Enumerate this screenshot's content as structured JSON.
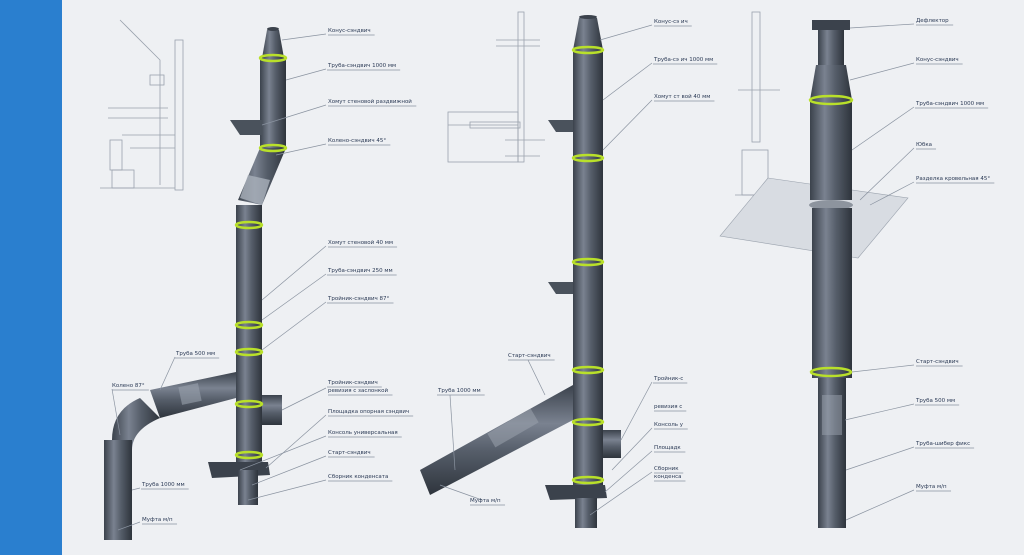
{
  "colors": {
    "sidebar": "#2a7fcf",
    "background": "#eef0f3",
    "pipe": "#565e6a",
    "pipe_dark": "#3b424c",
    "pipe_light": "#7a8290",
    "ring": "#b9e02a",
    "leader": "#8a93a0",
    "label": "#2b3a55",
    "sketch": "#9aa2ad"
  },
  "diagram1": {
    "labels": [
      {
        "id": "cone",
        "text": "Конус-сэндвич"
      },
      {
        "id": "pipe1000",
        "text": "Труба-сэндвич 1000 мм"
      },
      {
        "id": "clampsplit",
        "text": "Хомут стеновой раздвижной"
      },
      {
        "id": "elbow45",
        "text": "Колено-сэндвич 45°"
      },
      {
        "id": "clamp40",
        "text": "Хомут стеновой 40 мм"
      },
      {
        "id": "pipe250",
        "text": "Труба-сэндвич 250 мм"
      },
      {
        "id": "tee87",
        "text": "Тройник-сэндвич 87°"
      },
      {
        "id": "teerev1",
        "text": "Тройник-сэндвич"
      },
      {
        "id": "teerev2",
        "text": "ревизия с заслонкой"
      },
      {
        "id": "platform",
        "text": "Площадка опорная сэндвич"
      },
      {
        "id": "console",
        "text": "Консоль универсальная"
      },
      {
        "id": "start",
        "text": "Старт-сэндвич"
      },
      {
        "id": "drain",
        "text": "Сборник конденсата"
      },
      {
        "id": "pipe500",
        "text": "Труба 500 мм"
      },
      {
        "id": "elbow87",
        "text": "Колено 87°"
      },
      {
        "id": "pipe1000b",
        "text": "Труба 1000 мм"
      },
      {
        "id": "muff",
        "text": "Муфта м/п"
      }
    ]
  },
  "diagram2": {
    "labels": [
      {
        "id": "cone",
        "text": "Конус-сэ   ич"
      },
      {
        "id": "pipe1000",
        "text": "Труба-сэ   ич 1000 мм"
      },
      {
        "id": "clamp",
        "text": "Хомут ст   вой 40 мм"
      },
      {
        "id": "start",
        "text": "Старт-сэндвич"
      },
      {
        "id": "pipe1000b",
        "text": "Труба 1000 мм"
      },
      {
        "id": "muff",
        "text": "Муфта м/п"
      },
      {
        "id": "tee1",
        "text": "Тройник-с"
      },
      {
        "id": "tee2",
        "text": "ревизия с"
      },
      {
        "id": "console",
        "text": "Консоль у"
      },
      {
        "id": "platform",
        "text": "Площадк"
      },
      {
        "id": "drain1",
        "text": "Сборник"
      },
      {
        "id": "drain2",
        "text": "конденса"
      }
    ]
  },
  "diagram3": {
    "labels": [
      {
        "id": "deflector",
        "text": "Дефлектор"
      },
      {
        "id": "cone",
        "text": "Конус-сэндвич"
      },
      {
        "id": "pipe1000",
        "text": "Труба-сэндвич 1000 мм"
      },
      {
        "id": "skirt",
        "text": "Юбка"
      },
      {
        "id": "roofcut",
        "text": "Разделка кровельная 45°"
      },
      {
        "id": "start",
        "text": "Старт-сэндвич"
      },
      {
        "id": "pipe500",
        "text": "Труба 500 мм"
      },
      {
        "id": "damper",
        "text": "Труба-шибер фикс"
      },
      {
        "id": "muff",
        "text": "Муфта м/п"
      }
    ]
  }
}
